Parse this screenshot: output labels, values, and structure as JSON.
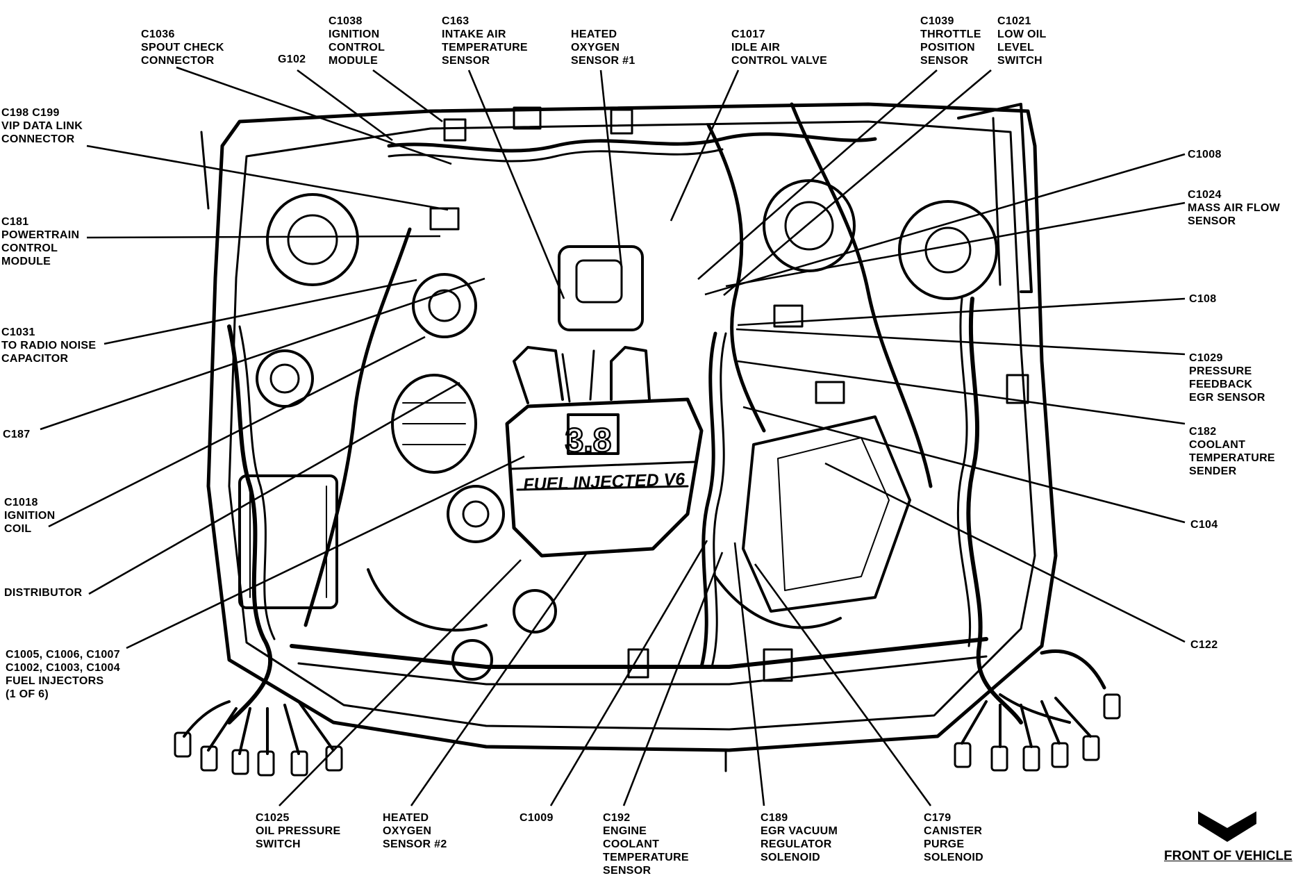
{
  "labels": [
    {
      "id": "c1036-spout",
      "lines": [
        "C1036",
        "SPOUT CHECK",
        "CONNECTOR"
      ]
    },
    {
      "id": "g102",
      "lines": [
        "G102"
      ]
    },
    {
      "id": "c1038-icm",
      "lines": [
        "C1038",
        "IGNITION",
        "CONTROL",
        "MODULE"
      ]
    },
    {
      "id": "c163-iat",
      "lines": [
        "C163",
        "INTAKE AIR",
        "TEMPERATURE",
        "SENSOR"
      ]
    },
    {
      "id": "ho2s1",
      "lines": [
        "HEATED",
        "OXYGEN",
        "SENSOR #1"
      ]
    },
    {
      "id": "c1017-iac",
      "lines": [
        "C1017",
        "IDLE AIR",
        "CONTROL VALVE"
      ]
    },
    {
      "id": "c1039-tps",
      "lines": [
        "C1039",
        "THROTTLE",
        "POSITION",
        "SENSOR"
      ]
    },
    {
      "id": "c1021-oil",
      "lines": [
        "C1021",
        "LOW OIL",
        "LEVEL",
        "SWITCH"
      ]
    },
    {
      "id": "c198-vip",
      "lines": [
        "C198 C199",
        "VIP DATA LINK",
        "CONNECTOR"
      ]
    },
    {
      "id": "c1008",
      "lines": [
        "C1008"
      ]
    },
    {
      "id": "c1024-maf",
      "lines": [
        "C1024",
        "MASS AIR FLOW",
        "SENSOR"
      ]
    },
    {
      "id": "c181-pcm",
      "lines": [
        "C181",
        "POWERTRAIN",
        "CONTROL",
        "MODULE"
      ]
    },
    {
      "id": "c108",
      "lines": [
        "C108"
      ]
    },
    {
      "id": "c1031-radio",
      "lines": [
        "C1031",
        "TO RADIO NOISE",
        "CAPACITOR"
      ]
    },
    {
      "id": "c1029-egr",
      "lines": [
        "C1029",
        "PRESSURE",
        "FEEDBACK",
        "EGR SENSOR"
      ]
    },
    {
      "id": "c187",
      "lines": [
        "C187"
      ]
    },
    {
      "id": "c182-coolant",
      "lines": [
        "C182",
        "COOLANT",
        "TEMPERATURE",
        "SENDER"
      ]
    },
    {
      "id": "c1018-coil",
      "lines": [
        "C1018",
        "IGNITION",
        "COIL"
      ]
    },
    {
      "id": "c104",
      "lines": [
        "C104"
      ]
    },
    {
      "id": "distributor",
      "lines": [
        "DISTRIBUTOR"
      ]
    },
    {
      "id": "c122",
      "lines": [
        "C122"
      ]
    },
    {
      "id": "injectors",
      "lines": [
        "C1005, C1006, C1007",
        "C1002, C1003, C1004",
        "FUEL INJECTORS",
        "(1 OF 6)"
      ]
    },
    {
      "id": "c1025-oilp",
      "lines": [
        "C1025",
        "OIL PRESSURE",
        "SWITCH"
      ]
    },
    {
      "id": "ho2s2",
      "lines": [
        "HEATED",
        "OXYGEN",
        "SENSOR #2"
      ]
    },
    {
      "id": "c1009",
      "lines": [
        "C1009"
      ]
    },
    {
      "id": "c192-ect",
      "lines": [
        "C192",
        "ENGINE",
        "COOLANT",
        "TEMPERATURE",
        "SENSOR"
      ]
    },
    {
      "id": "c189-evr",
      "lines": [
        "C189",
        "EGR VACUUM",
        "REGULATOR",
        "SOLENOID"
      ]
    },
    {
      "id": "c179-canister",
      "lines": [
        "C179",
        "CANISTER",
        "PURGE",
        "SOLENOID"
      ]
    }
  ],
  "manifold_text": "FUEL INJECTED V6",
  "engine_size": "3.8",
  "front_label": "FRONT OF VEHICLE"
}
